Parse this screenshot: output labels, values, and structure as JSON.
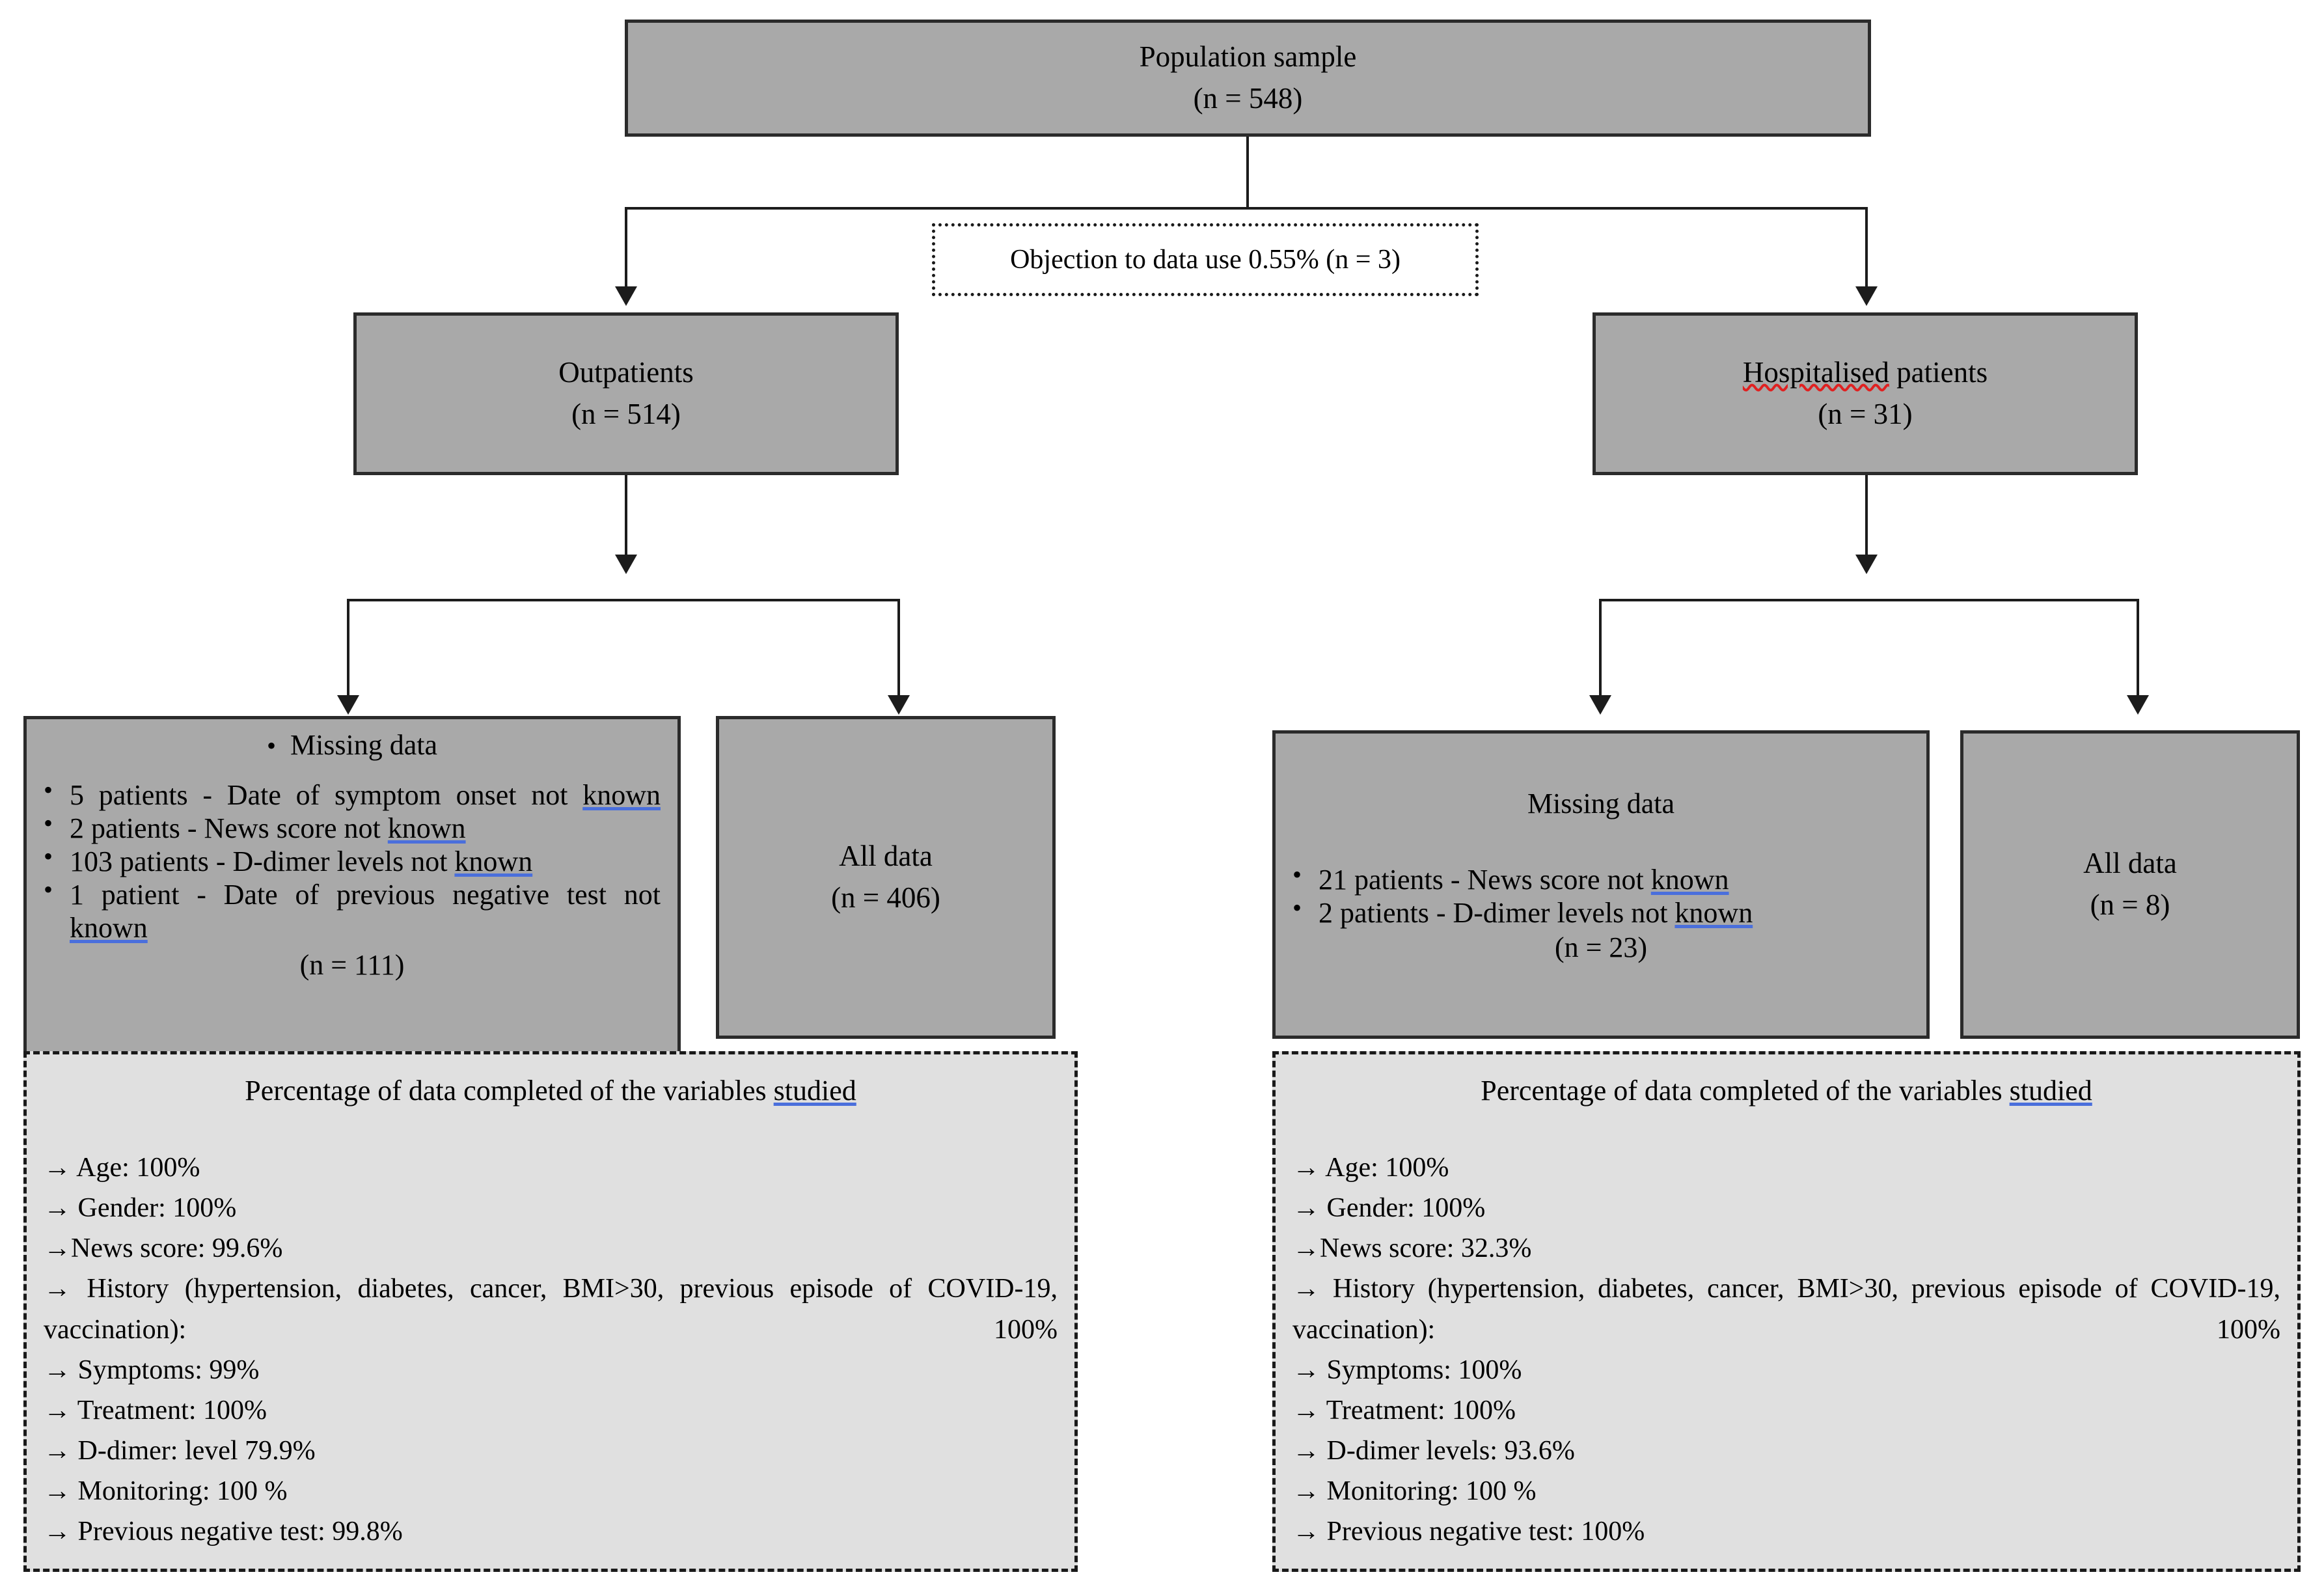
{
  "chart_data": {
    "type": "flowchart",
    "title": "Study population flow diagram",
    "nodes": [
      {
        "id": "population",
        "label": "Population sample",
        "n": "(n = 548)",
        "value": 548
      },
      {
        "id": "objection",
        "label": "Objection to data use 0.55% (n = 3)",
        "value": 3,
        "percent": 0.55
      },
      {
        "id": "outpatients",
        "label": "Outpatients",
        "n": "(n = 514)",
        "value": 514
      },
      {
        "id": "hospitalised",
        "label": "Hospitalised patients",
        "n": "(n = 31)",
        "value": 31
      },
      {
        "id": "out_missing",
        "label": "Missing data",
        "n": "(n = 111)",
        "value": 111
      },
      {
        "id": "out_all",
        "label": "All data",
        "n": "(n = 406)",
        "value": 406
      },
      {
        "id": "hosp_missing",
        "label": "Missing data",
        "n": "(n = 23)",
        "value": 23
      },
      {
        "id": "hosp_all",
        "label": "All data",
        "n": "(n = 8)",
        "value": 8
      }
    ],
    "edges": [
      {
        "from": "population",
        "to": "outpatients"
      },
      {
        "from": "population",
        "to": "hospitalised"
      },
      {
        "from": "outpatients",
        "to": "out_missing"
      },
      {
        "from": "outpatients",
        "to": "out_all"
      },
      {
        "from": "hospitalised",
        "to": "hosp_missing"
      },
      {
        "from": "hospitalised",
        "to": "hosp_all"
      }
    ]
  },
  "population": {
    "title": "Population sample",
    "n": "(n = 548)"
  },
  "objection": {
    "text": "Objection to data use 0.55% (n = 3)"
  },
  "outpatients": {
    "title": "Outpatients",
    "n": "(n = 514)"
  },
  "hospitalised": {
    "title_word": "Hospitalised",
    "title_rest": " patients",
    "n": "(n = 31)"
  },
  "outpatients_missing": {
    "heading": "Missing data",
    "items": [
      {
        "pre": "5 patients - Date of symptom onset not ",
        "flag": "known",
        "post": ""
      },
      {
        "pre": "2 patients - News score not ",
        "flag": "known",
        "post": ""
      },
      {
        "pre": "103 patients - D-dimer levels not ",
        "flag": "known",
        "post": ""
      },
      {
        "pre": "1 patient - Date of previous negative test not ",
        "flag": "known",
        "post": ""
      }
    ],
    "n": "(n = 111)"
  },
  "outpatients_alldata": {
    "title": "All data",
    "n": "(n = 406)"
  },
  "hospitalised_missing": {
    "heading": "Missing data",
    "items": [
      {
        "pre": "21 patients - News score not ",
        "flag": "known",
        "post": ""
      },
      {
        "pre": "2 patients - D-dimer levels not ",
        "flag": "known",
        "post": ""
      }
    ],
    "n": "(n = 23)"
  },
  "hospitalised_alldata": {
    "title": "All data",
    "n": "(n = 8)"
  },
  "outpatients_percentages": {
    "title_pre": "Percentage of data completed of the variables ",
    "title_flag": "studied",
    "rows": [
      "→ Age: 100%",
      "→ Gender: 100%",
      "→News score: 99.6%"
    ],
    "history": "→ History (hypertension, diabetes, cancer, BMI>30, previous episode of COVID-19, vaccination): 100%",
    "rows2": [
      "→ Symptoms: 99%",
      "→ Treatment: 100%",
      "→ D-dimer: level 79.9%",
      "→ Monitoring: 100 %",
      "→ Previous negative test: 99.8%"
    ]
  },
  "hospitalised_percentages": {
    "title_pre": "Percentage of data completed of the variables ",
    "title_flag": "studied",
    "rows": [
      "→ Age: 100%",
      "→ Gender: 100%",
      "→News score: 32.3%"
    ],
    "history": "→ History (hypertension, diabetes, cancer, BMI>30, previous episode of COVID-19, vaccination): 100%",
    "rows2": [
      "→ Symptoms: 100%",
      "→ Treatment: 100%",
      "→ D-dimer levels: 93.6%",
      "→ Monitoring: 100 %",
      "→ Previous negative test: 100%"
    ]
  },
  "colors": {
    "node_fill": "#a9a9a9",
    "node_border": "#2b2b2b",
    "panel_fill": "#e0e0e0",
    "panel_border": "#1a1a1a",
    "spellcheck_blue": "#4a6fdc",
    "spellcheck_red": "#e02020",
    "connector": "#1c1c1c",
    "background": "#ffffff"
  }
}
